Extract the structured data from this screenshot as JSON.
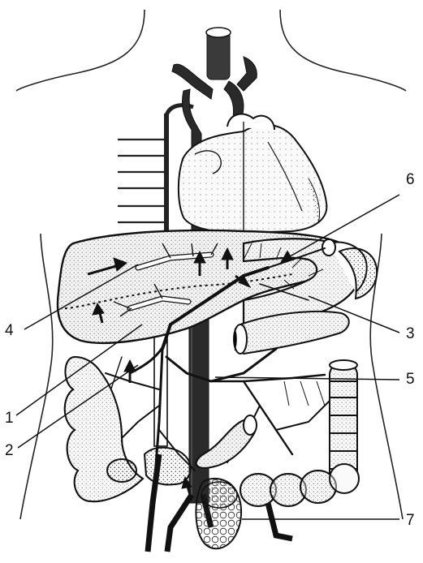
{
  "labels": {
    "l1": "1",
    "l2": "2",
    "l3": "3",
    "l4": "4",
    "l5": "5",
    "l6": "6",
    "l7": "7"
  },
  "colors": {
    "ink": "#111111",
    "paper": "#ffffff",
    "vessel": "#2a2a2a"
  }
}
